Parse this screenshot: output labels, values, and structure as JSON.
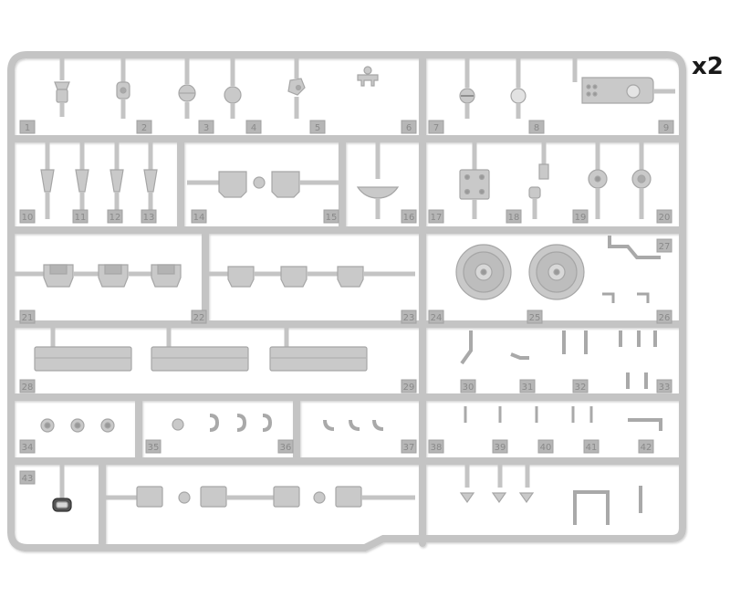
{
  "multiplier_label": "x2",
  "colors": {
    "plastic": "#c9c9c9",
    "plastic_dark": "#a9a9a9",
    "plastic_shadow": "#9c9c9c",
    "number_tab": "#b6b6b6"
  },
  "part_numbers": [
    "1",
    "2",
    "3",
    "4",
    "5",
    "6",
    "7",
    "8",
    "9",
    "10",
    "11",
    "12",
    "13",
    "14",
    "15",
    "16",
    "17",
    "18",
    "19",
    "20",
    "21",
    "22",
    "23",
    "24",
    "25",
    "26",
    "27",
    "28",
    "29",
    "30",
    "31",
    "32",
    "33",
    "34",
    "35",
    "36",
    "37",
    "38",
    "39",
    "40",
    "41",
    "42",
    "43"
  ]
}
